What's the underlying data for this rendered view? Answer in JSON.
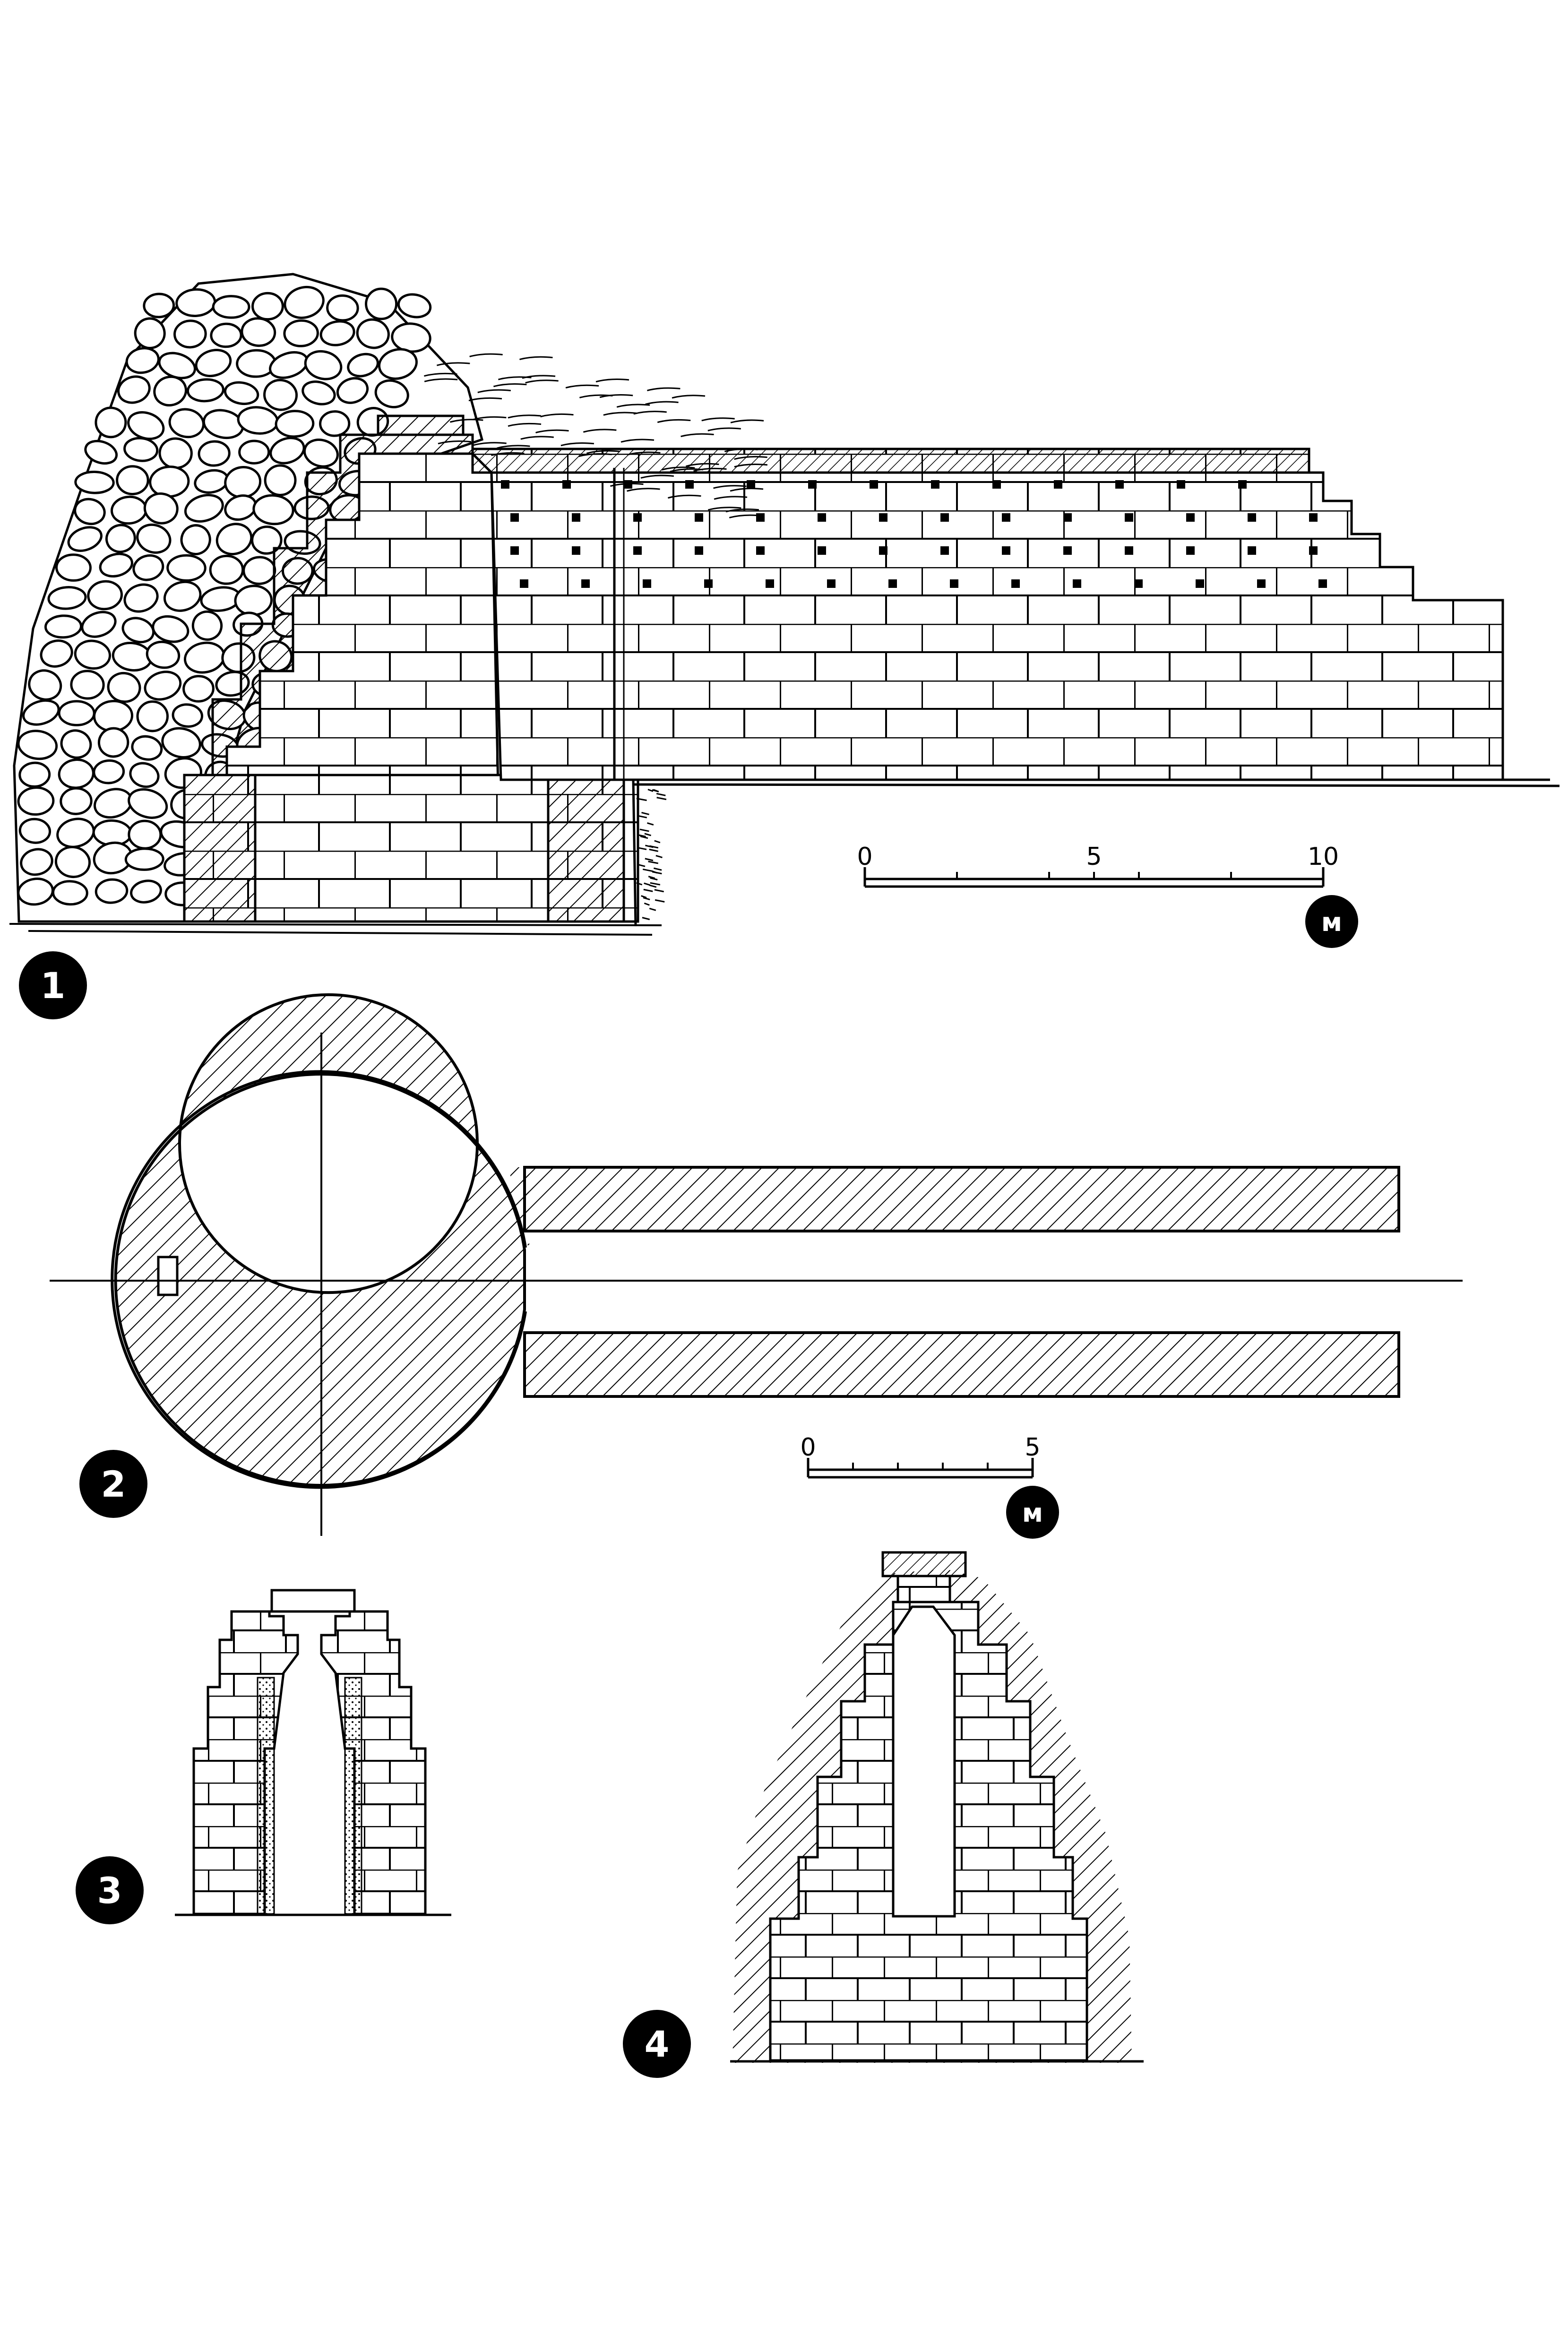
{
  "figures": [
    {
      "number": "1"
    },
    {
      "number": "2"
    },
    {
      "number": "3"
    },
    {
      "number": "4"
    }
  ],
  "scale_bars": [
    {
      "ticks": [
        "0",
        "5",
        "10"
      ],
      "unit": "м"
    },
    {
      "ticks": [
        "0",
        "5"
      ],
      "unit": "м"
    }
  ],
  "colors": {
    "ink": "#000000",
    "paper": "#ffffff"
  }
}
